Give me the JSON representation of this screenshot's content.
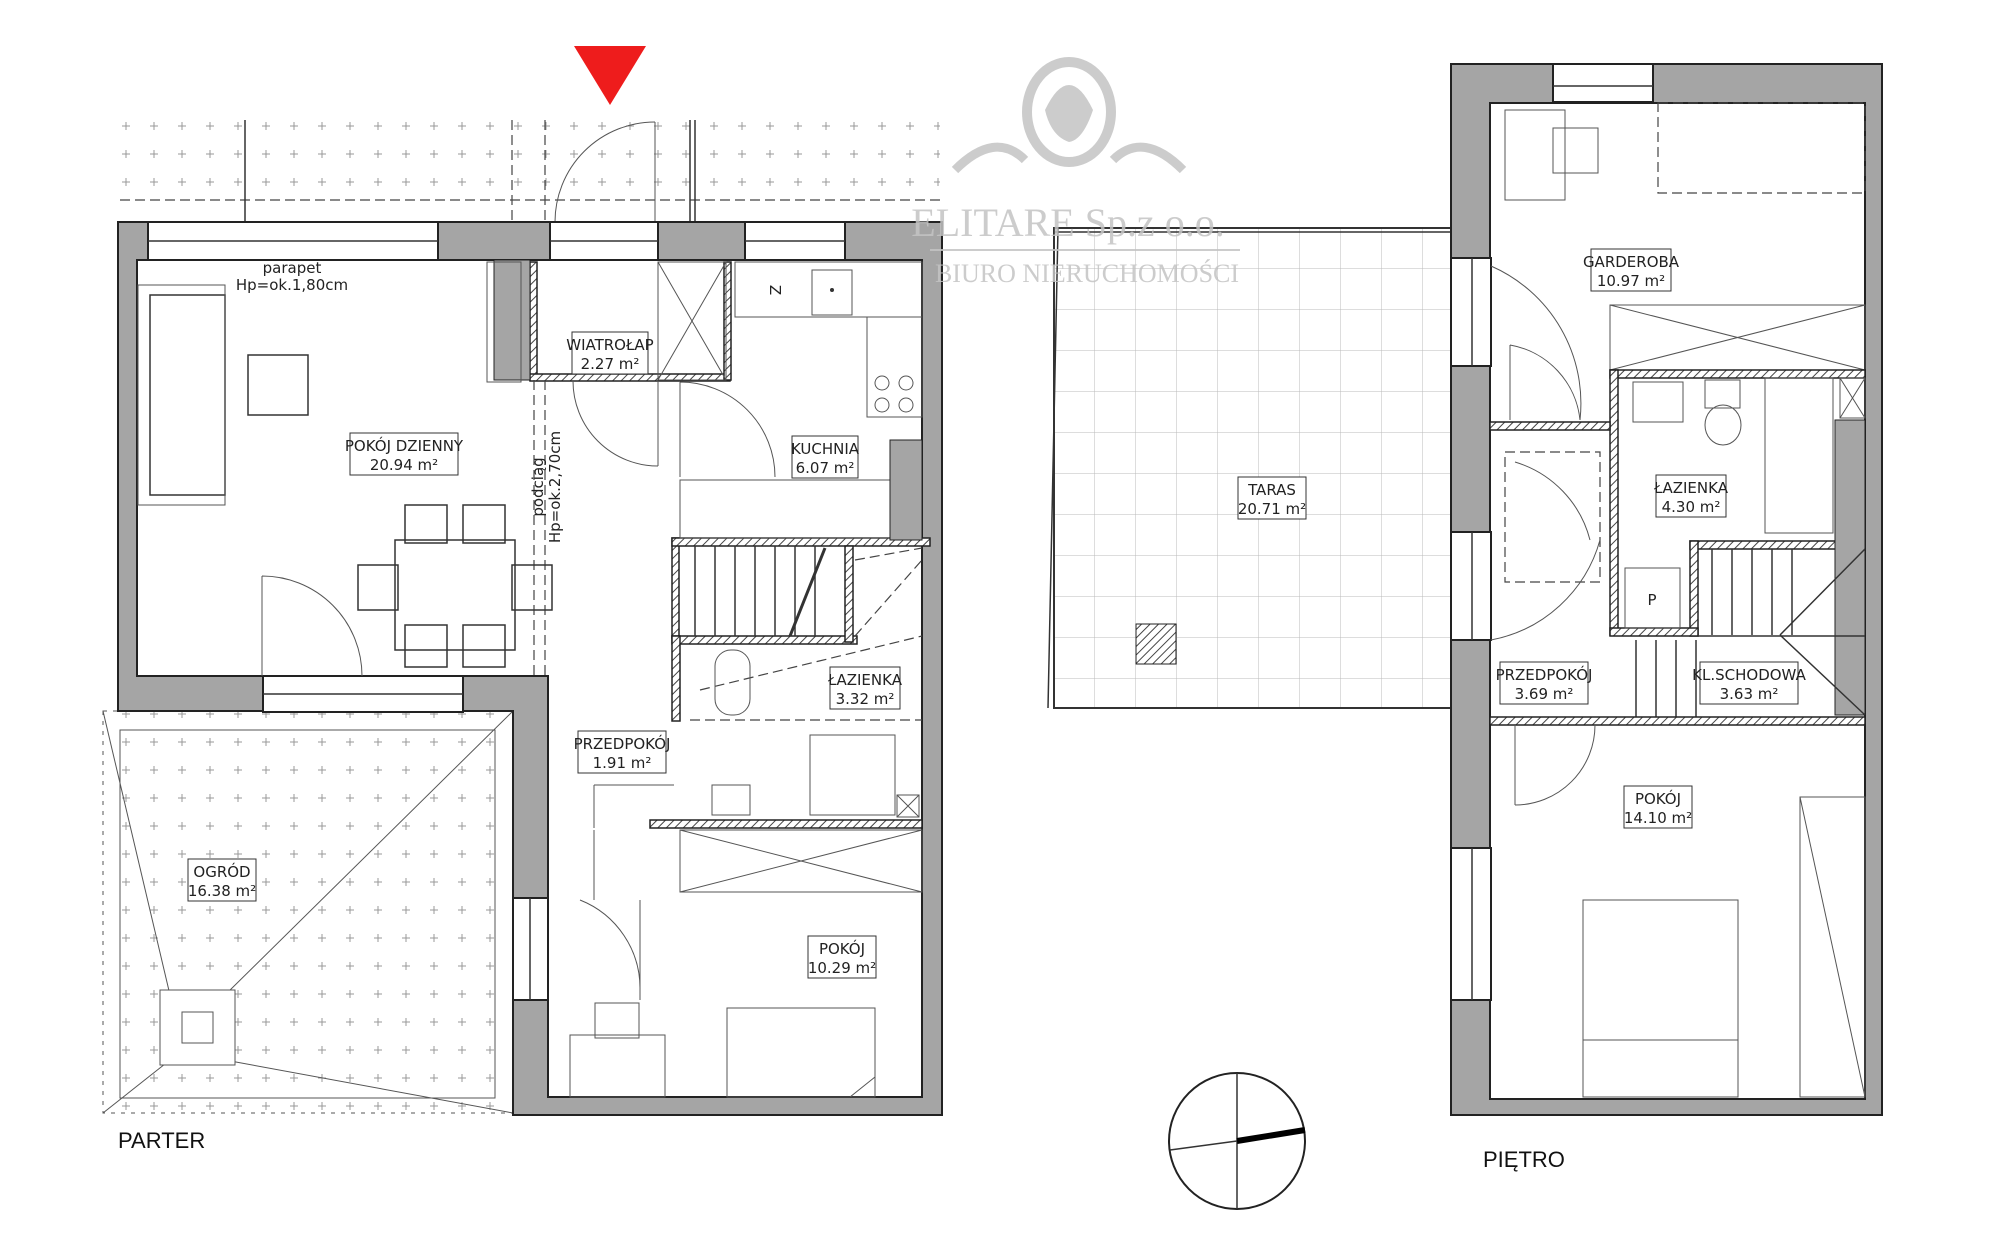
{
  "floors": {
    "ground": "PARTER",
    "upper": "PIĘTRO"
  },
  "watermark": {
    "company": "ELITARE Sp.z o.o.",
    "subtitle": "BIURO NIERUCHOMOŚCI"
  },
  "notes": {
    "parapet_1": "parapet",
    "parapet_2": "Hp=ok.1,80cm",
    "beam_1": "podciąg",
    "beam_2": "Hp=ok.2,70cm"
  },
  "rooms_ground": [
    {
      "name": "POKÓJ DZIENNY",
      "area": "20.94 m²"
    },
    {
      "name": "WIATROŁAP",
      "area": "2.27 m²"
    },
    {
      "name": "KUCHNIA",
      "area": "6.07 m²"
    },
    {
      "name": "ŁAZIENKA",
      "area": "3.32 m²"
    },
    {
      "name": "PRZEDPOKÓJ",
      "area": "1.91 m²"
    },
    {
      "name": "OGRÓD",
      "area": "16.38 m²"
    },
    {
      "name": "POKÓJ",
      "area": "10.29 m²"
    }
  ],
  "rooms_upper": [
    {
      "name": "TARAS",
      "area": "20.71 m²"
    },
    {
      "name": "GARDEROBA",
      "area": "10.97 m²"
    },
    {
      "name": "ŁAZIENKA",
      "area": "4.30 m²"
    },
    {
      "name": "PRZEDPOKÓJ",
      "area": "3.69 m²"
    },
    {
      "name": "KL.SCHODOWA",
      "area": "3.63 m²"
    },
    {
      "name": "POKÓJ",
      "area": "14.10 m²"
    }
  ],
  "symbols": {
    "fridge": "Z",
    "boiler": "P"
  },
  "entrance_marker_color": "#ee1c1c",
  "wall_color": "#a5a5a5"
}
